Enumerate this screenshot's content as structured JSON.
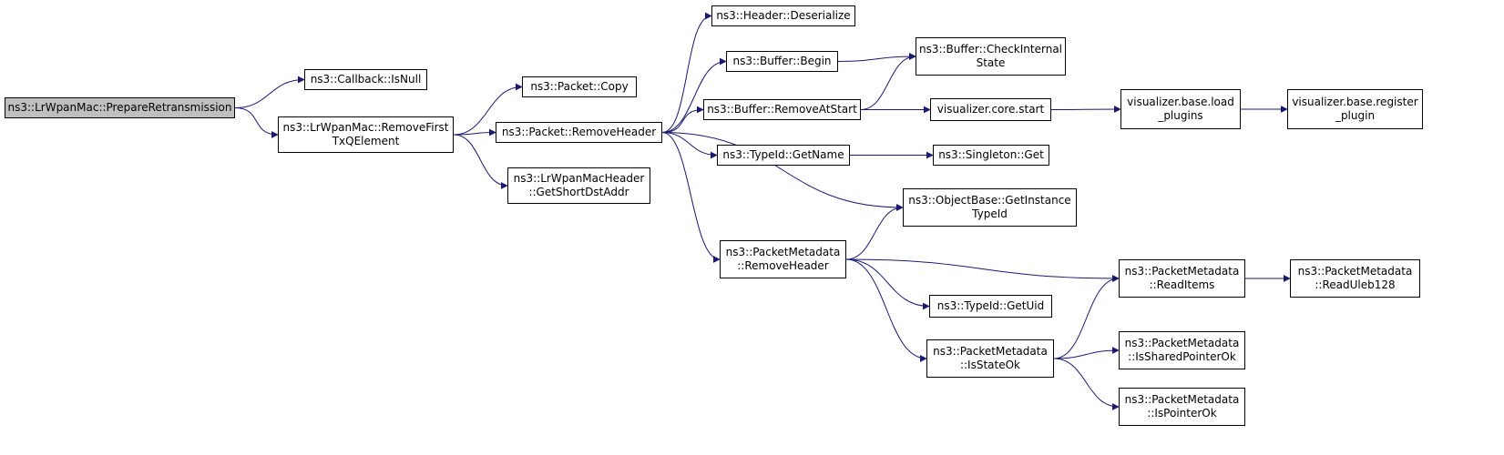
{
  "colors": {
    "edge": "#191970",
    "root_fill": "#bfbfbf",
    "node_fill": "#ffffff",
    "border": "#000000"
  },
  "nodes": {
    "prepare_retransmission": {
      "lines": [
        "ns3::LrWpanMac::PrepareRetransmission"
      ]
    },
    "callback_isnull": {
      "lines": [
        "ns3::Callback::IsNull"
      ]
    },
    "remove_first_txq": {
      "lines": [
        "ns3::LrWpanMac::RemoveFirst",
        "TxQElement"
      ]
    },
    "packet_copy": {
      "lines": [
        "ns3::Packet::Copy"
      ]
    },
    "packet_removeheader": {
      "lines": [
        "ns3::Packet::RemoveHeader"
      ]
    },
    "getshortdstaddr": {
      "lines": [
        "ns3::LrWpanMacHeader",
        "::GetShortDstAddr"
      ]
    },
    "header_deserialize": {
      "lines": [
        "ns3::Header::Deserialize"
      ]
    },
    "buffer_begin": {
      "lines": [
        "ns3::Buffer::Begin"
      ]
    },
    "buffer_removeatstart": {
      "lines": [
        "ns3::Buffer::RemoveAtStart"
      ]
    },
    "typeid_getname": {
      "lines": [
        "ns3::TypeId::GetName"
      ]
    },
    "pm_removeheader": {
      "lines": [
        "ns3::PacketMetadata",
        "::RemoveHeader"
      ]
    },
    "buffer_checkinternalstate": {
      "lines": [
        "ns3::Buffer::CheckInternal",
        "State"
      ]
    },
    "viz_core_start": {
      "lines": [
        "visualizer.core.start"
      ]
    },
    "singleton_get": {
      "lines": [
        "ns3::Singleton::Get"
      ]
    },
    "objectbase_getinstancetypeid": {
      "lines": [
        "ns3::ObjectBase::GetInstance",
        "TypeId"
      ]
    },
    "typeid_getuid": {
      "lines": [
        "ns3::TypeId::GetUid"
      ]
    },
    "pm_isstateok": {
      "lines": [
        "ns3::PacketMetadata",
        "::IsStateOk"
      ]
    },
    "viz_base_loadplugins": {
      "lines": [
        "visualizer.base.load",
        "_plugins"
      ]
    },
    "viz_base_registerplugin": {
      "lines": [
        "visualizer.base.register",
        "_plugin"
      ]
    },
    "pm_readitems": {
      "lines": [
        "ns3::PacketMetadata",
        "::ReadItems"
      ]
    },
    "pm_readuleb128": {
      "lines": [
        "ns3::PacketMetadata",
        "::ReadUleb128"
      ]
    },
    "pm_issharedpointerok": {
      "lines": [
        "ns3::PacketMetadata",
        "::IsSharedPointerOk"
      ]
    },
    "pm_ispointerok": {
      "lines": [
        "ns3::PacketMetadata",
        "::IsPointerOk"
      ]
    }
  },
  "edges": [
    [
      "prepare_retransmission",
      "callback_isnull"
    ],
    [
      "prepare_retransmission",
      "remove_first_txq"
    ],
    [
      "remove_first_txq",
      "packet_copy"
    ],
    [
      "remove_first_txq",
      "packet_removeheader"
    ],
    [
      "remove_first_txq",
      "getshortdstaddr"
    ],
    [
      "packet_removeheader",
      "header_deserialize"
    ],
    [
      "packet_removeheader",
      "buffer_begin"
    ],
    [
      "packet_removeheader",
      "buffer_removeatstart"
    ],
    [
      "packet_removeheader",
      "typeid_getname"
    ],
    [
      "packet_removeheader",
      "objectbase_getinstancetypeid"
    ],
    [
      "packet_removeheader",
      "pm_removeheader"
    ],
    [
      "buffer_begin",
      "buffer_checkinternalstate"
    ],
    [
      "buffer_removeatstart",
      "buffer_checkinternalstate"
    ],
    [
      "buffer_removeatstart",
      "viz_core_start"
    ],
    [
      "viz_core_start",
      "viz_base_loadplugins"
    ],
    [
      "viz_base_loadplugins",
      "viz_base_registerplugin"
    ],
    [
      "typeid_getname",
      "singleton_get"
    ],
    [
      "pm_removeheader",
      "objectbase_getinstancetypeid"
    ],
    [
      "pm_removeheader",
      "pm_readitems"
    ],
    [
      "pm_removeheader",
      "typeid_getuid"
    ],
    [
      "pm_removeheader",
      "pm_isstateok"
    ],
    [
      "pm_isstateok",
      "pm_readitems"
    ],
    [
      "pm_isstateok",
      "pm_issharedpointerok"
    ],
    [
      "pm_isstateok",
      "pm_ispointerok"
    ],
    [
      "pm_readitems",
      "pm_readuleb128"
    ]
  ]
}
